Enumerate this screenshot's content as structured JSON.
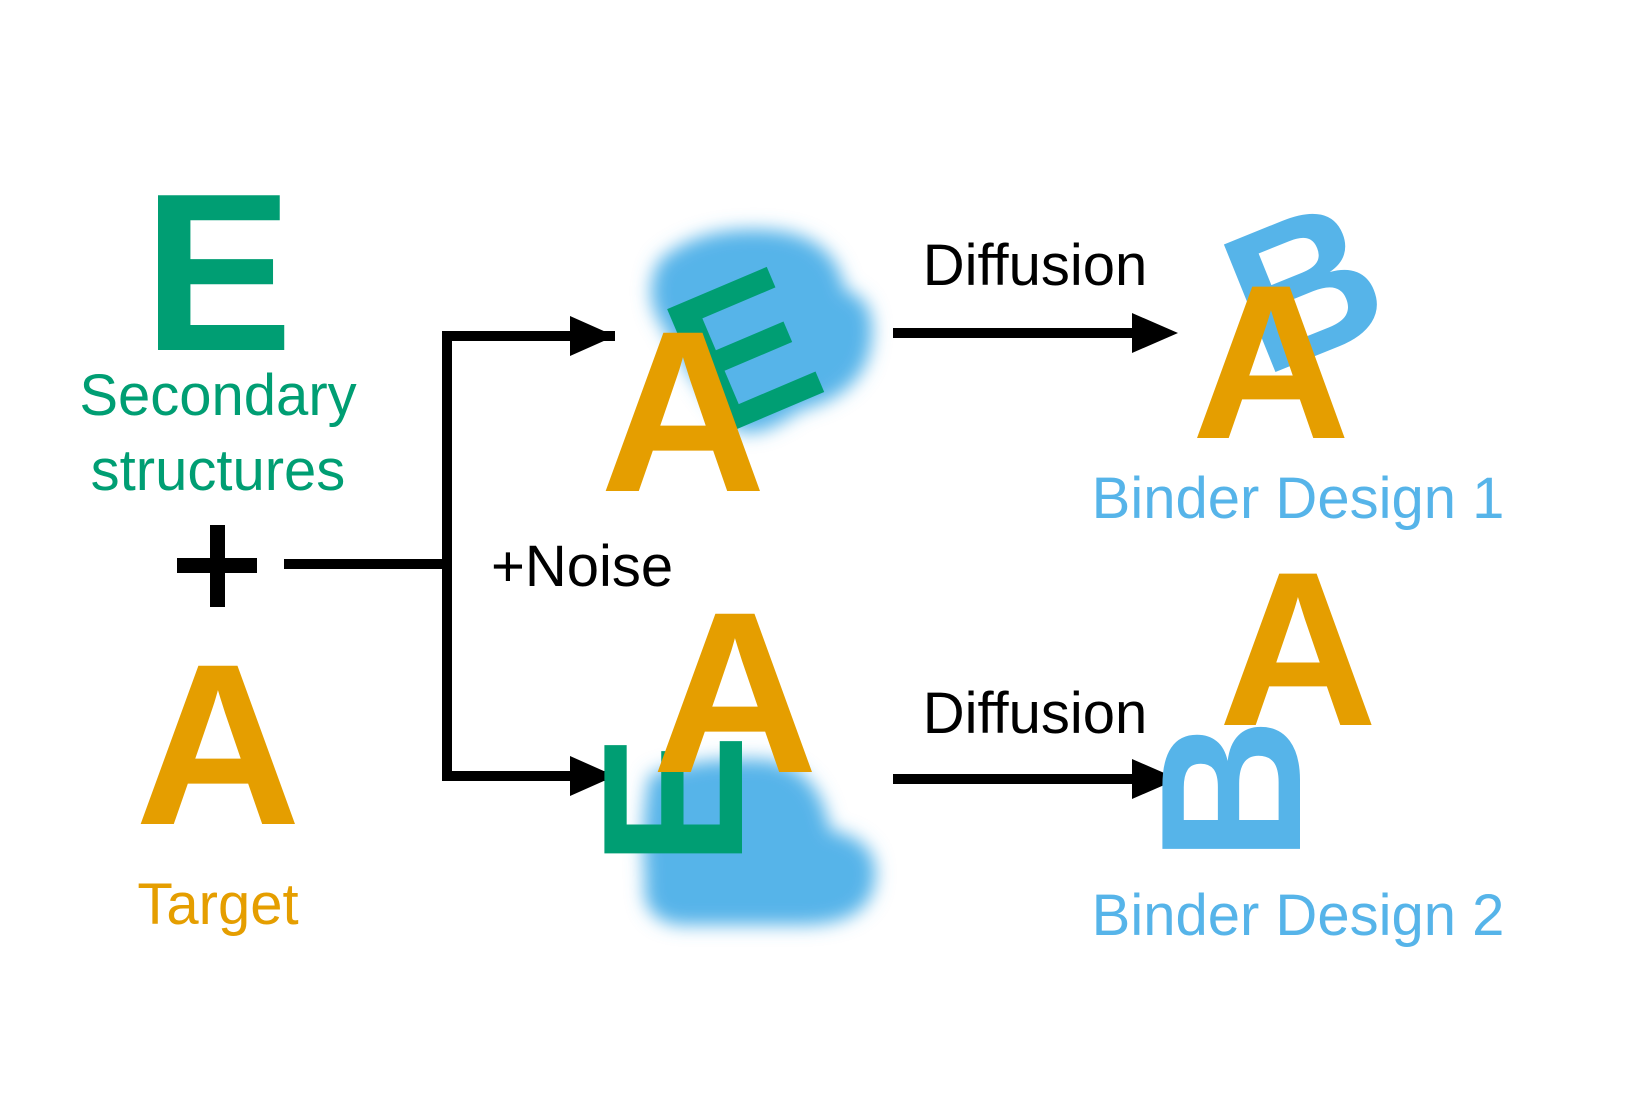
{
  "colors": {
    "target": "#E59E00",
    "secondary": "#009E73",
    "binder": "#56B4E9",
    "arrow": "#000000",
    "background": "#FFFFFF"
  },
  "inputs": {
    "secondary_letter": "E",
    "secondary_label_line1": "Secondary",
    "secondary_label_line2": "structures",
    "plus_sign": "+",
    "target_letter": "A",
    "target_label": "Target"
  },
  "noise_label": "+Noise",
  "noised": {
    "top": {
      "target_letter": "A",
      "secondary_letter": "E"
    },
    "bottom": {
      "target_letter": "A",
      "secondary_letter": "E"
    }
  },
  "diffusion": {
    "top_label": "Diffusion",
    "bottom_label": "Diffusion"
  },
  "outputs": {
    "design1": {
      "target_letter": "A",
      "binder_letter": "B",
      "label": "Binder Design 1"
    },
    "design2": {
      "target_letter": "A",
      "binder_letter": "B",
      "label": "Binder Design 2"
    }
  }
}
